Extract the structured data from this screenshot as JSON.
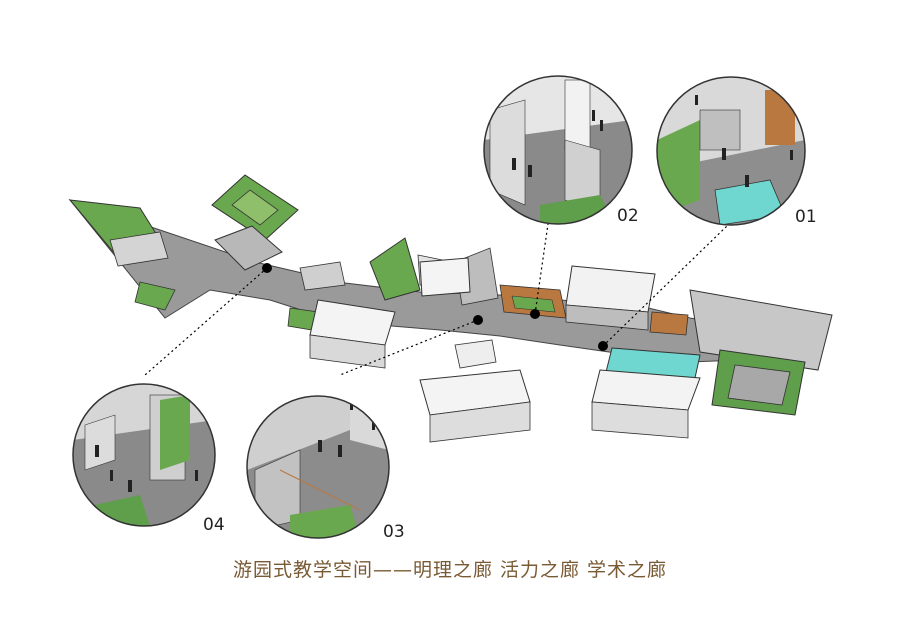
{
  "views": [
    {
      "id": "01",
      "label": "01"
    },
    {
      "id": "02",
      "label": "02"
    },
    {
      "id": "03",
      "label": "03"
    },
    {
      "id": "04",
      "label": "04"
    }
  ],
  "caption": "游园式教学空间——明理之廊  活力之廊  学术之廊",
  "colors": {
    "grass": "#6aa84f",
    "floor": "#9a9a9a",
    "wall": "#cfcfcf",
    "wood": "#b9783f",
    "water": "#6fd6d0",
    "caption": "#7a5a34"
  }
}
